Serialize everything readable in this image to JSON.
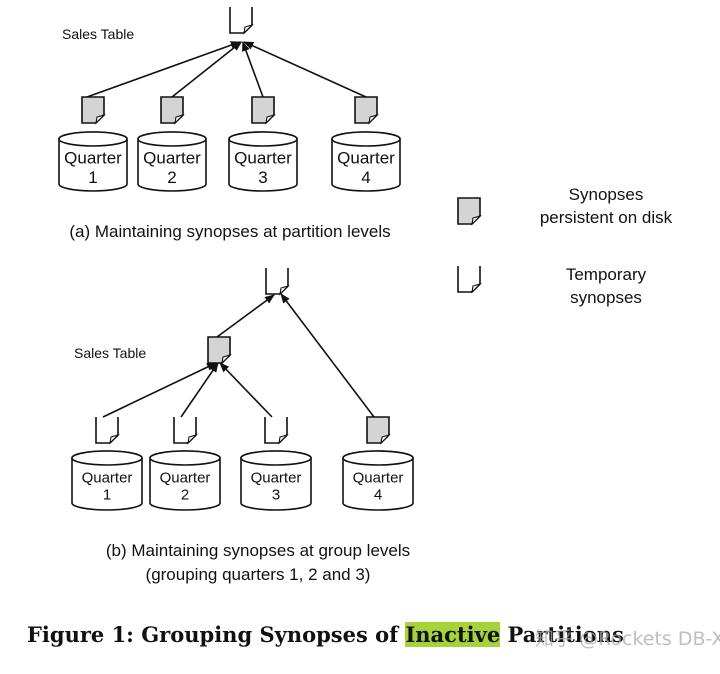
{
  "diagram": {
    "panel_a": {
      "table_label": "Sales Table",
      "root_synopsis": "temporary",
      "partitions": [
        {
          "label_line1": "Quarter",
          "label_line2": "1",
          "synopsis": "persistent"
        },
        {
          "label_line1": "Quarter",
          "label_line2": "2",
          "synopsis": "persistent"
        },
        {
          "label_line1": "Quarter",
          "label_line2": "3",
          "synopsis": "persistent"
        },
        {
          "label_line1": "Quarter",
          "label_line2": "4",
          "synopsis": "persistent"
        }
      ],
      "caption": "(a) Maintaining synopses at partition levels"
    },
    "panel_b": {
      "table_label": "Sales Table",
      "root_synopsis": "temporary",
      "group_synopsis": "persistent",
      "partitions": [
        {
          "label_line1": "Quarter",
          "label_line2": "1",
          "synopsis": "temporary"
        },
        {
          "label_line1": "Quarter",
          "label_line2": "2",
          "synopsis": "temporary"
        },
        {
          "label_line1": "Quarter",
          "label_line2": "3",
          "synopsis": "temporary"
        },
        {
          "label_line1": "Quarter",
          "label_line2": "4",
          "synopsis": "persistent"
        }
      ],
      "caption_line1": "(b) Maintaining synopses at group levels",
      "caption_line2": "(grouping quarters 1, 2 and 3)"
    },
    "legend": [
      {
        "symbol": "persistent",
        "line1": "Synopses",
        "line2": "persistent on disk"
      },
      {
        "symbol": "temporary",
        "line1": "Temporary",
        "line2": "synopses"
      }
    ],
    "colors": {
      "persistent_fill": "#d4d4d4",
      "highlight": "#a6d23a",
      "stroke": "#111111"
    }
  },
  "figure_caption": {
    "prefix": "Figure 1:  Grouping Synopses of ",
    "highlighted": "Inactive",
    "suffix": " Partitions"
  },
  "watermark": "知乎 @Rockets DB-X"
}
